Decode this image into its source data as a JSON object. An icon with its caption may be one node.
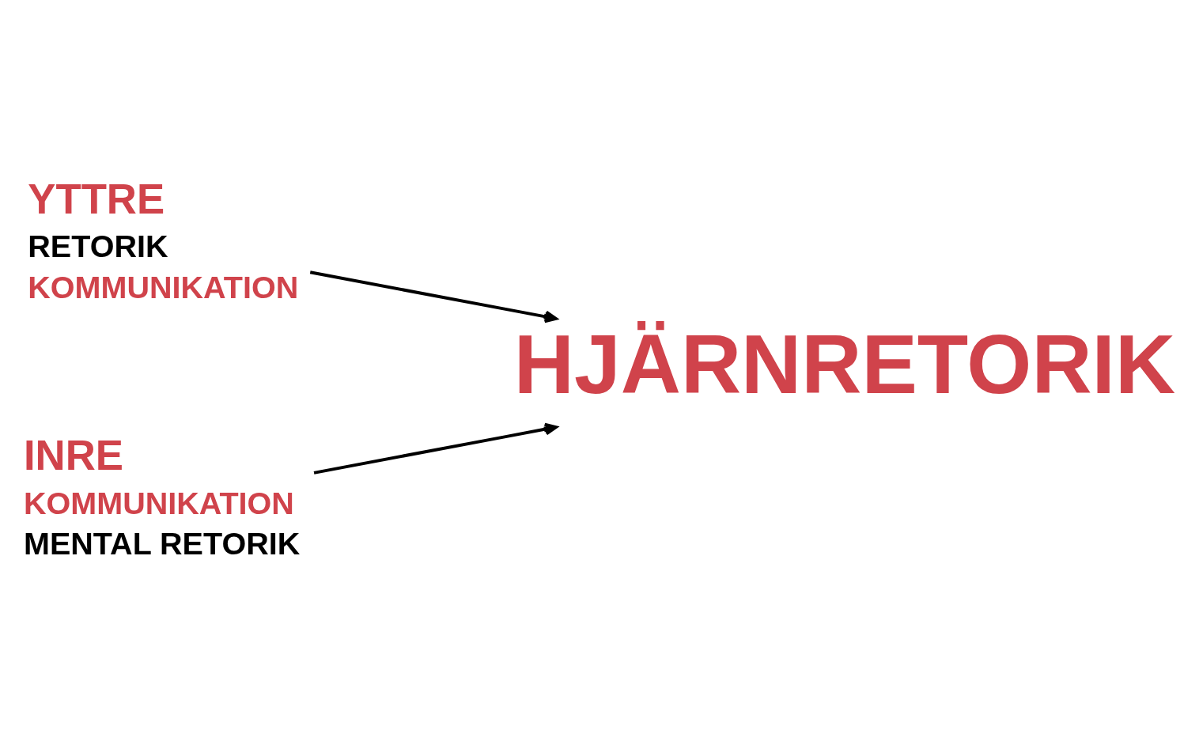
{
  "diagram": {
    "nodes": [
      {
        "text": [
          "YTTRE",
          "RETORIK",
          "KOMMUNIKATION"
        ]
      },
      {
        "text": [
          "HJÄRNRETORIK"
        ]
      },
      {
        "text": [
          "INRE",
          "KOMMUNIKATION",
          "MENTAL RETORIK"
        ]
      }
    ],
    "edges": [
      {
        "from": 0,
        "to": 1,
        "arrow": "to"
      },
      {
        "from": 2,
        "to": 1,
        "arrow": "to"
      }
    ]
  }
}
